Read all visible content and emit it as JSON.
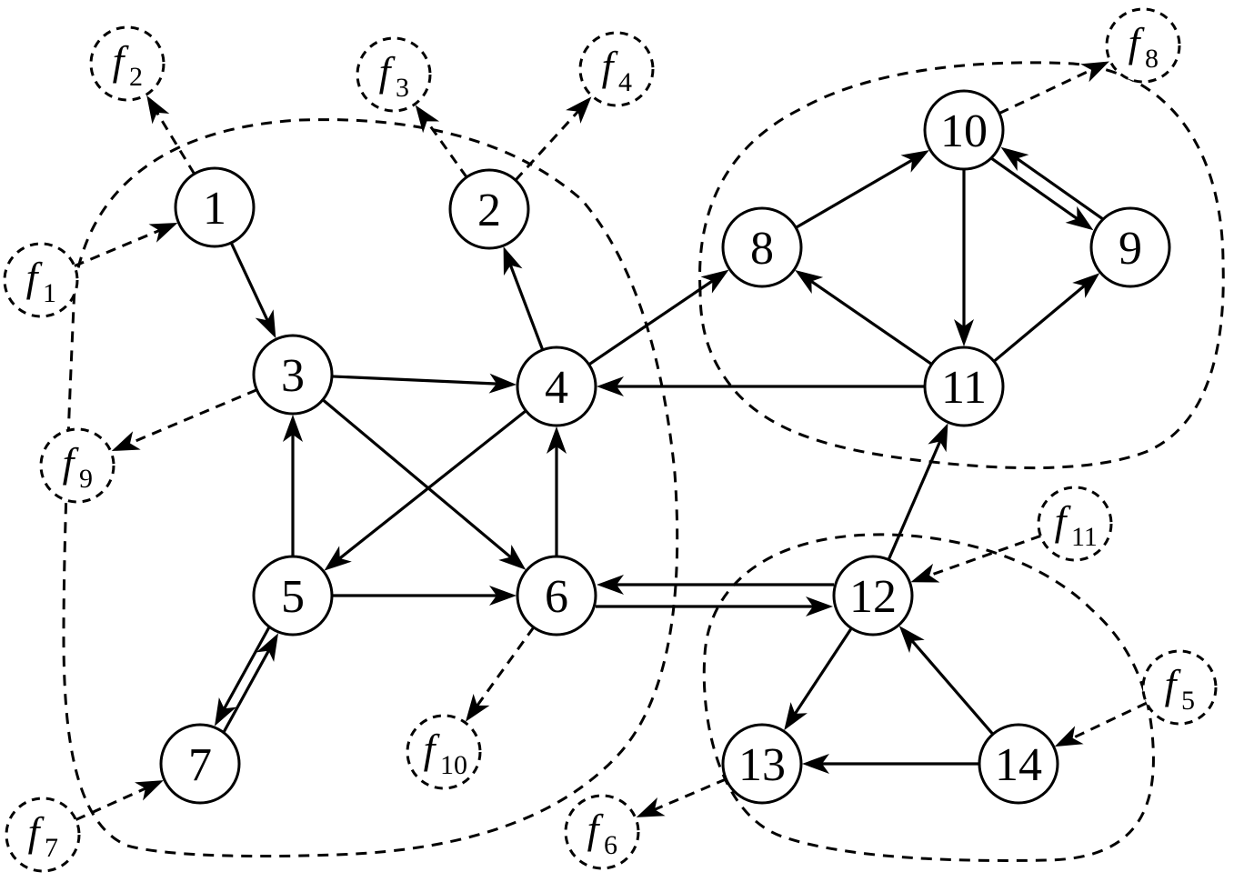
{
  "nodes": [
    {
      "id": "1",
      "label": "1"
    },
    {
      "id": "2",
      "label": "2"
    },
    {
      "id": "3",
      "label": "3"
    },
    {
      "id": "4",
      "label": "4"
    },
    {
      "id": "5",
      "label": "5"
    },
    {
      "id": "6",
      "label": "6"
    },
    {
      "id": "7",
      "label": "7"
    },
    {
      "id": "8",
      "label": "8"
    },
    {
      "id": "9",
      "label": "9"
    },
    {
      "id": "10",
      "label": "10"
    },
    {
      "id": "11",
      "label": "11"
    },
    {
      "id": "12",
      "label": "12"
    },
    {
      "id": "13",
      "label": "13"
    },
    {
      "id": "14",
      "label": "14"
    }
  ],
  "external": [
    {
      "id": "f1",
      "base": "f",
      "sub": "1"
    },
    {
      "id": "f2",
      "base": "f",
      "sub": "2"
    },
    {
      "id": "f3",
      "base": "f",
      "sub": "3"
    },
    {
      "id": "f4",
      "base": "f",
      "sub": "4"
    },
    {
      "id": "f5",
      "base": "f",
      "sub": "5"
    },
    {
      "id": "f6",
      "base": "f",
      "sub": "6"
    },
    {
      "id": "f7",
      "base": "f",
      "sub": "7"
    },
    {
      "id": "f8",
      "base": "f",
      "sub": "8"
    },
    {
      "id": "f9",
      "base": "f",
      "sub": "9"
    },
    {
      "id": "f10",
      "base": "f",
      "sub": "10"
    },
    {
      "id": "f11",
      "base": "f",
      "sub": "11"
    }
  ],
  "edges": [
    {
      "from": "1",
      "to": "3"
    },
    {
      "from": "3",
      "to": "4"
    },
    {
      "from": "3",
      "to": "6"
    },
    {
      "from": "4",
      "to": "2"
    },
    {
      "from": "4",
      "to": "8"
    },
    {
      "from": "4",
      "to": "5"
    },
    {
      "from": "5",
      "to": "3"
    },
    {
      "from": "5",
      "to": "6"
    },
    {
      "from": "5",
      "to": "7"
    },
    {
      "from": "7",
      "to": "5"
    },
    {
      "from": "6",
      "to": "4"
    },
    {
      "from": "6",
      "to": "12"
    },
    {
      "from": "12",
      "to": "6"
    },
    {
      "from": "8",
      "to": "10"
    },
    {
      "from": "10",
      "to": "9"
    },
    {
      "from": "9",
      "to": "10"
    },
    {
      "from": "10",
      "to": "11"
    },
    {
      "from": "11",
      "to": "8"
    },
    {
      "from": "11",
      "to": "9"
    },
    {
      "from": "11",
      "to": "4"
    },
    {
      "from": "12",
      "to": "11"
    },
    {
      "from": "12",
      "to": "13"
    },
    {
      "from": "14",
      "to": "13"
    },
    {
      "from": "14",
      "to": "12"
    }
  ],
  "external_edges": [
    {
      "from": "f1",
      "to": "1"
    },
    {
      "from": "1",
      "to": "f2"
    },
    {
      "from": "2",
      "to": "f3"
    },
    {
      "from": "2",
      "to": "f4"
    },
    {
      "from": "10",
      "to": "f8"
    },
    {
      "from": "3",
      "to": "f9"
    },
    {
      "from": "6",
      "to": "f10"
    },
    {
      "from": "f11",
      "to": "12"
    },
    {
      "from": "f5",
      "to": "14"
    },
    {
      "from": "13",
      "to": "f6"
    },
    {
      "from": "f7",
      "to": "7"
    }
  ]
}
